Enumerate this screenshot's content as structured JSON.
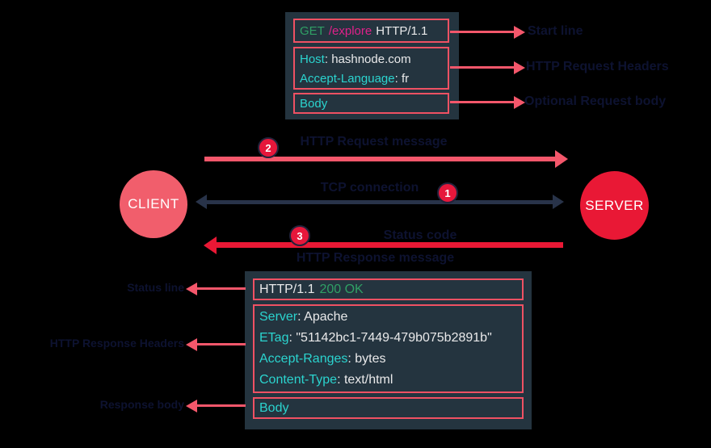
{
  "colors": {
    "background": "#000000",
    "box_background": "#24343f",
    "box_border_red": "#ef5163",
    "annotation_arrow_salmon": "#f4576b",
    "badge_crimson": "#e6173b",
    "tcp_arrow_navy": "#283349",
    "response_arrow_red": "#e91835",
    "client_circle": "#f15e6c",
    "server_circle": "#e91835",
    "cyan_text": "#2bd4cf",
    "green_text": "#30a065",
    "magenta_text": "#e0218a",
    "white_text": "#e9e9ea",
    "dark_label_text": "#0d1230"
  },
  "punctuation": {
    "colon": ": "
  },
  "client": {
    "label": "CLIENT"
  },
  "server": {
    "label": "SERVER"
  },
  "request_box": {
    "start_line": {
      "method": "GET",
      "path": "/explore",
      "version": "HTTP/1.1"
    },
    "headers": [
      {
        "name": "Host",
        "value": "hashnode.com"
      },
      {
        "name": "Accept-Language",
        "value": "fr"
      }
    ],
    "body": "Body"
  },
  "request_annotations": [
    {
      "label": "Start line"
    },
    {
      "label": "HTTP Request Headers"
    },
    {
      "label": "Optional Request body"
    }
  ],
  "response_box": {
    "status_line": {
      "version": "HTTP/1.1",
      "status": "200 OK"
    },
    "headers": [
      {
        "name": "Server",
        "value": "Apache"
      },
      {
        "name": "ETag",
        "value": "\"51142bc1-7449-479b075b2891b\""
      },
      {
        "name": "Accept-Ranges",
        "value": "bytes"
      },
      {
        "name": "Content-Type",
        "value": "text/html"
      }
    ],
    "body": "Body"
  },
  "response_annotations": [
    {
      "label": "Status line"
    },
    {
      "label": "HTTP Response Headers"
    },
    {
      "label": "Response body"
    }
  ],
  "flow": {
    "request_arrow": {
      "badge": "2",
      "label": "HTTP Request message"
    },
    "tcp_arrow": {
      "badge": "1",
      "label": "TCP connection"
    },
    "response_arrow": {
      "badge": "3",
      "label_above": "Status code",
      "label_below": "HTTP Response message"
    }
  }
}
